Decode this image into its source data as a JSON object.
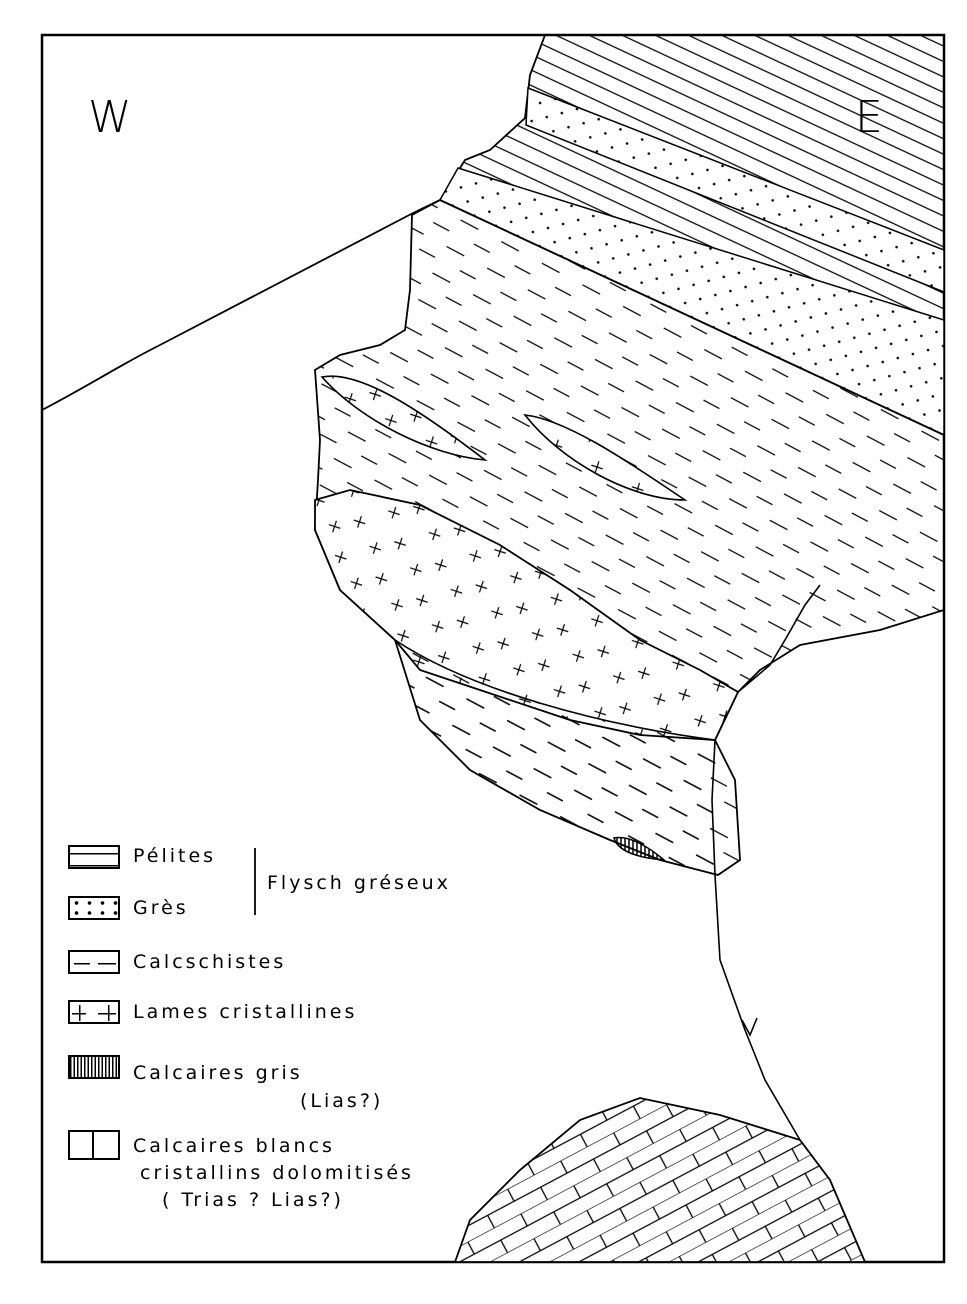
{
  "orientation": {
    "west": "W",
    "east": "E"
  },
  "legend": {
    "group_label": "Flysch gréseux",
    "items": [
      {
        "key": "pelites",
        "label": "Pélites"
      },
      {
        "key": "gres",
        "label": "Grès"
      },
      {
        "key": "calcschistes",
        "label": "Calcschistes"
      },
      {
        "key": "lames",
        "label": "Lames cristallines"
      },
      {
        "key": "calcaires_gris",
        "label": "Calcaires gris",
        "sub": "(Lias?)"
      },
      {
        "key": "calcaires_blancs",
        "label": "Calcaires blancs",
        "sub": "cristallins dolomitisés",
        "sub2": "( Trias ? Lias?)"
      }
    ]
  }
}
